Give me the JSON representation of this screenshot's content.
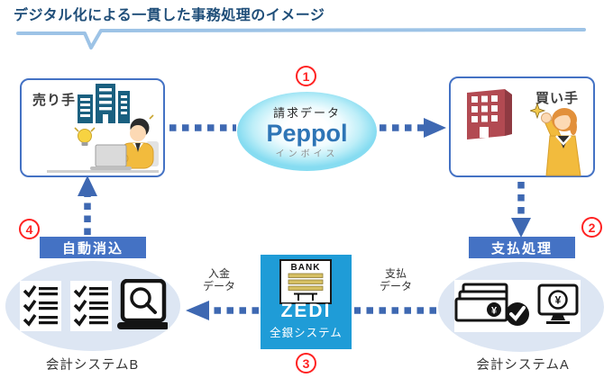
{
  "title": "デジタル化による一貫した事務処理のイメージ",
  "colors": {
    "title_navy": "#1F4E79",
    "underline_blue": "#9DC3E6",
    "box_border_blue": "#4472C4",
    "arrow_blue": "#3E68B2",
    "label_bar_blue": "#4472C4",
    "zedi_blue": "#1F9CD7",
    "system_ellipse_fill": "#DDE6F3",
    "step_red": "#FF2222",
    "peppol_text_blue": "#2E75B6",
    "peppol_glow_cyan": "#86DCF1"
  },
  "steps": [
    "1",
    "2",
    "3",
    "4"
  ],
  "seller": {
    "label": "売り手"
  },
  "buyer": {
    "label": "買い手"
  },
  "peppol": {
    "data_label": "請求データ",
    "name": "Peppol",
    "sub_label": "インボイス"
  },
  "payment_process": {
    "label": "支払処理"
  },
  "auto_reconciliation": {
    "label": "自動消込"
  },
  "zedi": {
    "bank_sign": "BANK",
    "name": "ZEDI",
    "sub_label": "全銀システム"
  },
  "system_a": {
    "label": "会計システムA"
  },
  "system_b": {
    "label": "会計システムB"
  },
  "flows": {
    "deposit_data": "入金\nデータ",
    "payment_data": "支払\nデータ"
  },
  "icons": {
    "yen": "¥"
  }
}
